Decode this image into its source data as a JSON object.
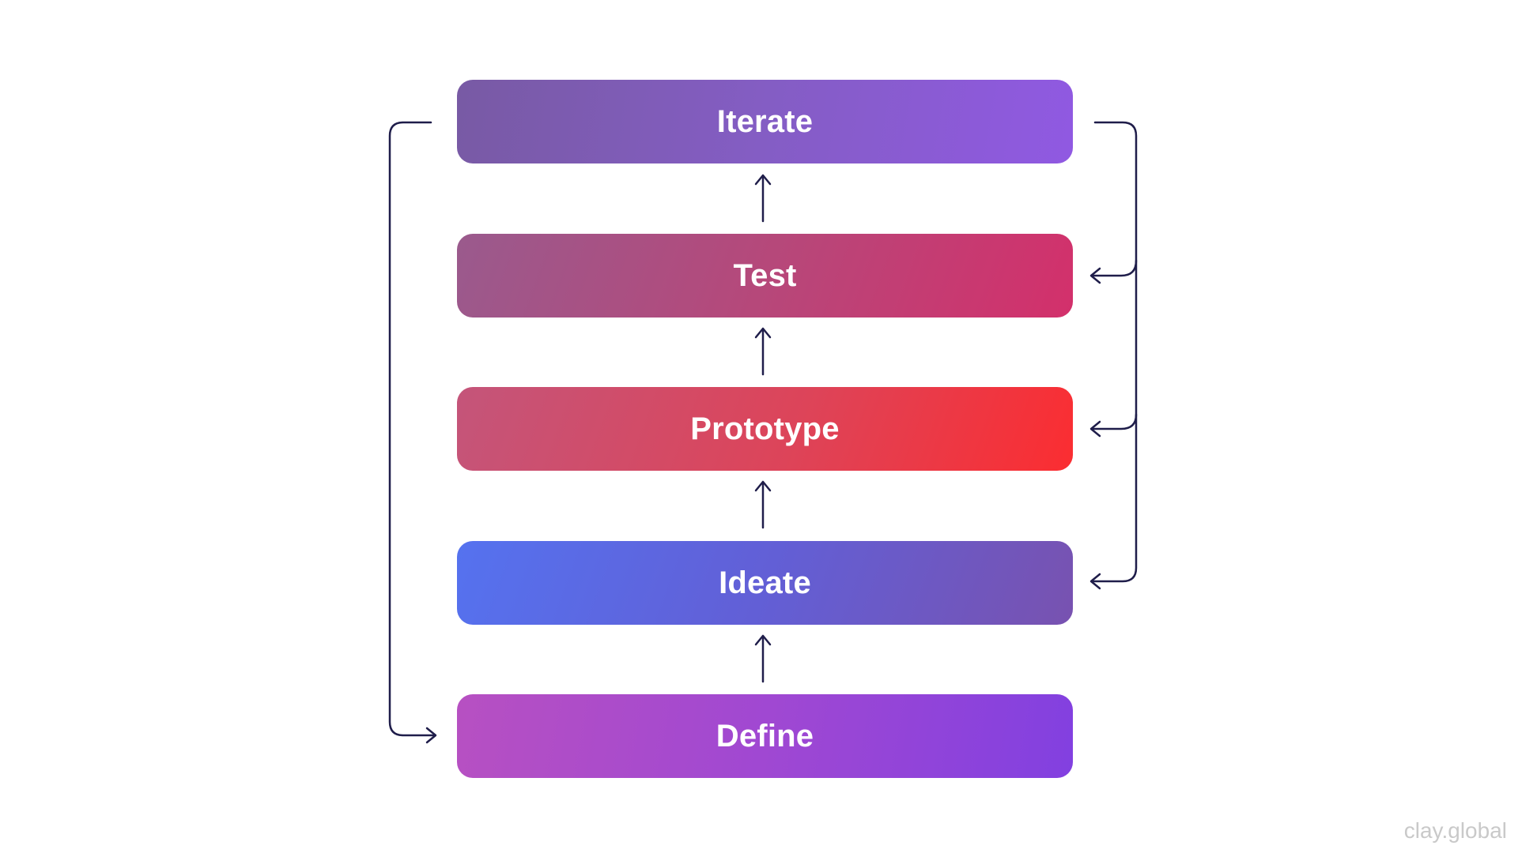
{
  "stages": {
    "iterate": "Iterate",
    "test": "Test",
    "prototype": "Prototype",
    "ideate": "Ideate",
    "define": "Define"
  },
  "watermark": "clay.global",
  "colors": {
    "connector": "#1f1d4a",
    "iterate": [
      "#785aa4",
      "#9059e2"
    ],
    "test": [
      "#9a5a8d",
      "#d3306b"
    ],
    "prototype": [
      "#c4557a",
      "#fb2d31"
    ],
    "ideate": [
      "#5572ef",
      "#7852b0"
    ],
    "define": [
      "#b750c2",
      "#8240e0"
    ]
  }
}
